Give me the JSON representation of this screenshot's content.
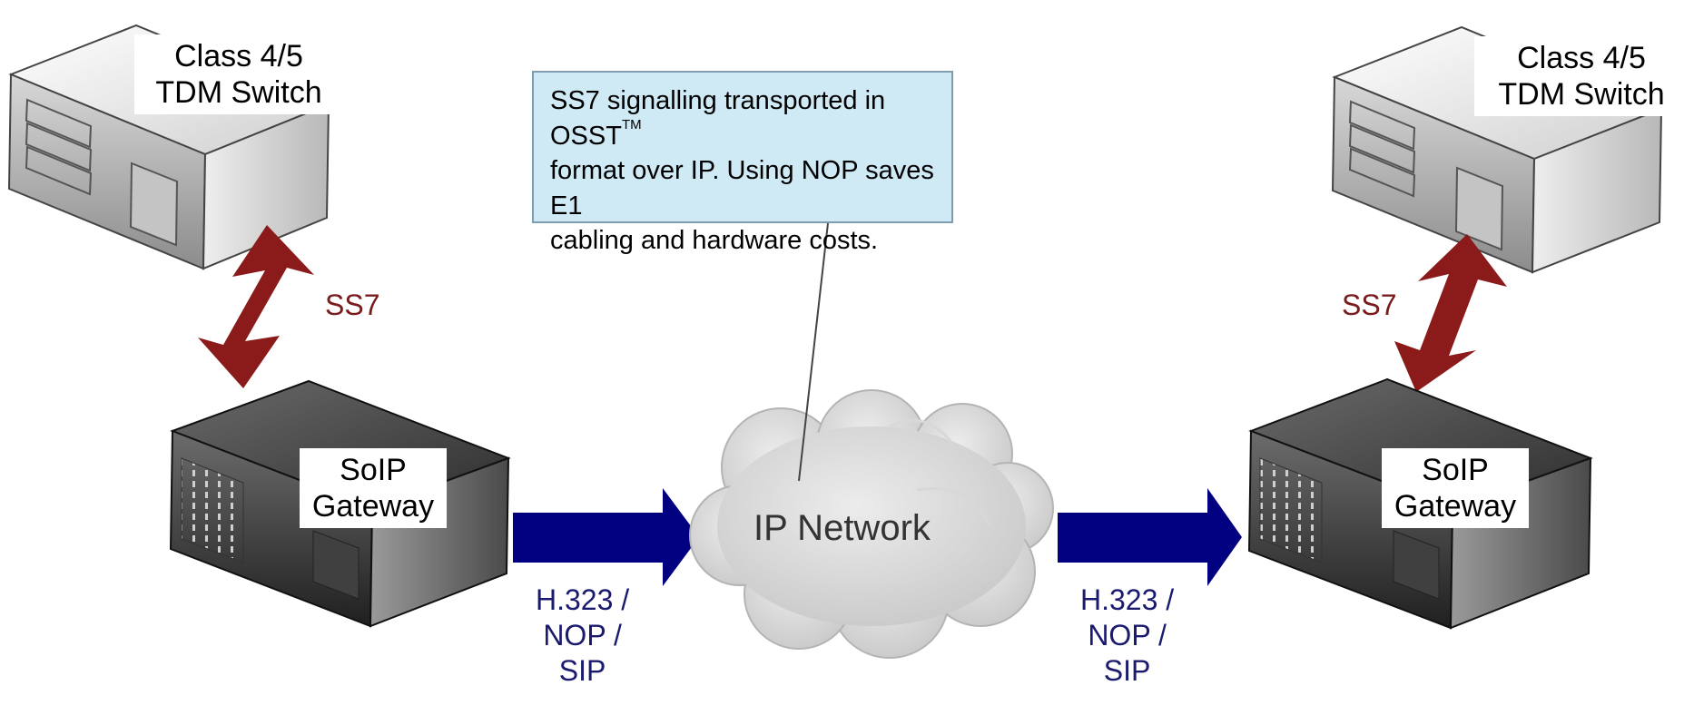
{
  "switch_left": {
    "line1": "Class 4/5",
    "line2": "TDM Switch"
  },
  "switch_right": {
    "line1": "Class 4/5",
    "line2": "TDM Switch"
  },
  "gateway_left": {
    "line1": "SoIP",
    "line2": "Gateway"
  },
  "gateway_right": {
    "line1": "SoIP",
    "line2": "Gateway"
  },
  "ss7_left": "SS7",
  "ss7_right": "SS7",
  "protocols_left": {
    "line1": "H.323 /",
    "line2": "NOP /",
    "line3": "SIP"
  },
  "protocols_right": {
    "line1": "H.323 /",
    "line2": "NOP /",
    "line3": "SIP"
  },
  "network_label": "IP Network",
  "callout": {
    "line1_pre": "SS7 signalling transported in OSST",
    "line1_sup": "TM",
    "line2": "format over IP. Using NOP saves E1",
    "line3": "cabling and hardware costs."
  },
  "colors": {
    "ss7_arrow": "#8b1a1a",
    "ip_arrow": "#000080",
    "callout_fill": "#cfe9f5"
  }
}
